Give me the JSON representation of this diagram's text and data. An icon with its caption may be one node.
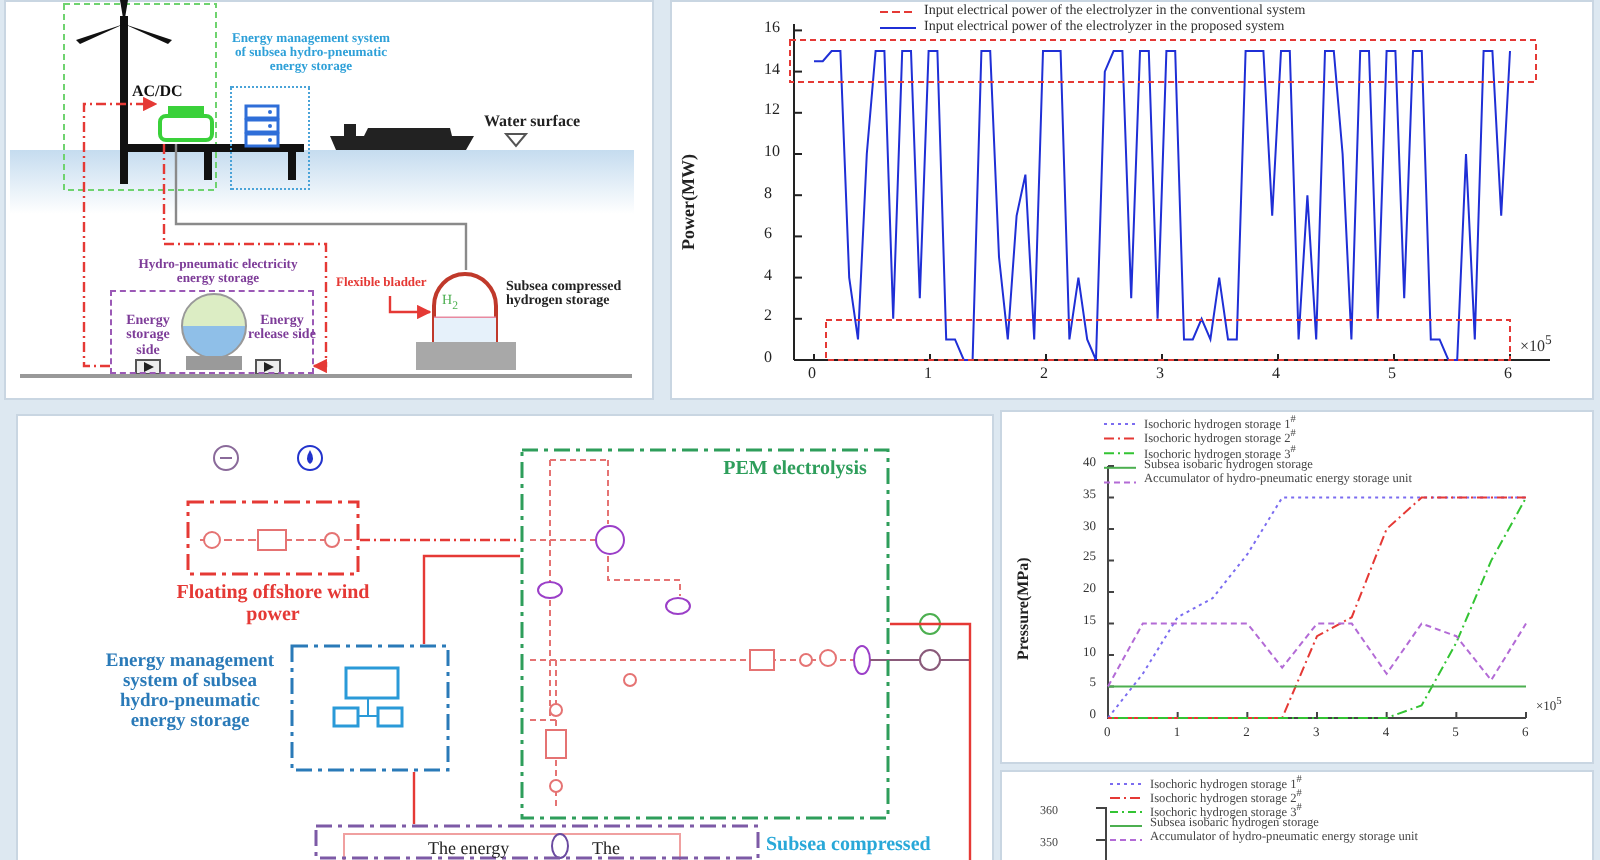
{
  "diagram": {
    "nodes": [
      {
        "text": [
          "Energy management system of subsea hydro-pneumatic energy storage"
        ]
      },
      {
        "text": [
          "AC/DC"
        ]
      },
      {
        "text": [
          "Hydro-pneumatic electricity energy storage",
          "Energy storage side",
          "Energy release side"
        ]
      },
      {
        "text": [
          "Subsea compressed hydrogen storage"
        ]
      },
      {
        "text": [
          "Flexible bladder"
        ]
      },
      {
        "text": [
          "Floating offshore wind power"
        ]
      },
      {
        "text": [
          "PEM electrolysis"
        ]
      },
      {
        "text": [
          "Energy management system of subsea hydro-pneumatic energy storage"
        ]
      },
      {
        "text": [
          "Subsea compressed"
        ]
      }
    ],
    "edges": [
      {
        "from": 2,
        "to": 1,
        "arrow": "to",
        "style": "dashed"
      },
      {
        "from": 1,
        "to": 2,
        "arrow": "to",
        "style": "dashed"
      },
      {
        "from": 1,
        "to": 3,
        "arrow": "none",
        "color": "#8a8a8a"
      },
      {
        "from": 4,
        "to": 3,
        "arrow": "to"
      },
      {
        "from": 5,
        "to": 6,
        "arrow": "none",
        "style": "dashed"
      },
      {
        "from": 7,
        "to": 6,
        "arrow": "none"
      },
      {
        "from": 6,
        "to": null,
        "arrow": "none"
      },
      {
        "from": 7,
        "to": 8,
        "arrow": "none"
      }
    ],
    "labels": [
      "Water surface",
      "H$_{2}$",
      "16",
      "14",
      "12",
      "10",
      "8",
      "6",
      "4",
      "2",
      "0",
      "Power(MW)",
      "0",
      "1",
      "2",
      "3",
      "4",
      "5",
      "6",
      "×10$^{5}$",
      "The energy",
      "The",
      "Isochoric hydrogen storage 1$^{#}$",
      "Isochoric hydrogen storage 2$^{#}$",
      "Isochoric hydrogen storage 3$^{#}$",
      "Subsea isobaric hydrogen storage",
      "Accumulator of hydro-pneumatic energy storage unit",
      "360",
      "350"
    ],
    "legend": [
      {
        "text": "Input electrical power of the electrolyzer in the conventional system"
      },
      {
        "text": "Input electrical power of the electrolyzer in the proposed system"
      }
    ],
    "chart_data": {
      "type": "line",
      "legend": "top",
      "ylabel": "Pressure(MPa)",
      "x": [
        0,
        0.5,
        1,
        1.5,
        2,
        2.5,
        3,
        3.5,
        4,
        4.5,
        5,
        5.5,
        6
      ],
      "series": [
        {
          "name": "Isochoric hydrogen storage 1$^{#}$",
          "color": "#7b6cf0",
          "line_style": "dotted",
          "values": [
            0,
            7,
            16,
            19,
            26,
            35,
            35,
            35,
            35,
            35,
            35,
            35,
            35
          ]
        },
        {
          "name": "Isochoric hydrogen storage 2$^{#}$",
          "color": "#e53935",
          "line_style": "dashdot",
          "values": [
            0,
            0,
            0,
            0,
            0,
            0,
            13,
            16,
            30,
            35,
            35,
            35,
            35
          ]
        },
        {
          "name": "Isochoric hydrogen storage 3$^{#}$",
          "color": "#33c433",
          "line_style": "dashdot",
          "values": [
            0,
            0,
            0,
            0,
            0,
            0,
            0,
            0,
            0,
            2,
            12,
            25,
            35
          ]
        },
        {
          "name": "Subsea isobaric hydrogen storage",
          "color": "#4caf50",
          "values": [
            5,
            5,
            5,
            5,
            5,
            5,
            5,
            5,
            5,
            5,
            5,
            5,
            5
          ]
        },
        {
          "name": "Accumulator of hydro-pneumatic energy storage unit",
          "color": "#b36bd6",
          "line_style": "dashed",
          "values": [
            5,
            15,
            15,
            15,
            15,
            8,
            15,
            15,
            7,
            15,
            13,
            6,
            15
          ]
        }
      ],
      "xlim": [
        0,
        6
      ],
      "ylim": [
        0,
        40
      ],
      "xticks": [
        0,
        1,
        2,
        3,
        4,
        5,
        6
      ],
      "yticks": [
        0,
        5,
        10,
        15,
        20,
        25,
        30,
        35,
        40
      ],
      "annotations": [
        {
          "text": "×10$^{5}$"
        }
      ]
    }
  }
}
